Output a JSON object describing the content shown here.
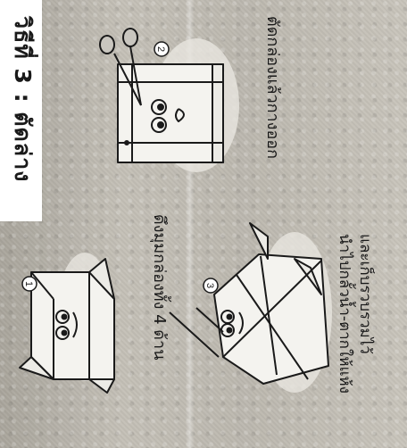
{
  "title": "วิธีที่ 3 : ตัดล่าง",
  "steps": [
    {
      "number": "1",
      "caption": "ดึงมุมกล่องทั้ง 4 ด้าน"
    },
    {
      "number": "2",
      "caption": "ตัดกล่องแล้วกางออก"
    },
    {
      "number": "3",
      "caption_line1": "นำไปกลั้วน้ำ-ตากให้แห้ง",
      "caption_line2": "และเก็บรวบรวมไว้"
    }
  ]
}
